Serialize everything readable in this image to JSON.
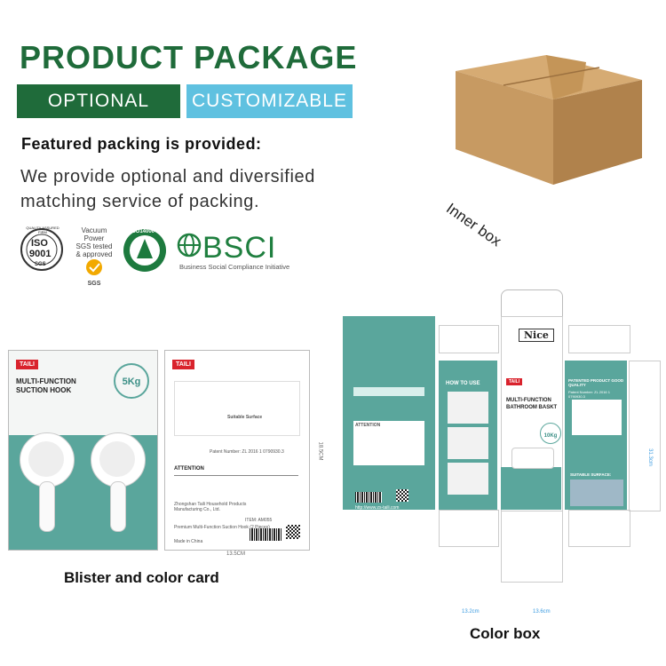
{
  "header": {
    "title": "PRODUCT PACKAGE",
    "optional_label": "OPTIONAL",
    "customizable_label": "CUSTOMIZABLE",
    "featured_text": "Featured packing is provided:",
    "description": "We provide optional and diversified matching service of packing."
  },
  "certifications": {
    "iso_top": "QUALITY ASSURED FIRM",
    "iso_main": "ISO",
    "iso_num": "9001",
    "iso_bottom": "SGS",
    "sgs_line1": "Vacuum Power",
    "sgs_line2": "SGS tested",
    "sgs_line3": "& approved",
    "sgs_bottom": "SGS",
    "iso14000": "ISO14000",
    "bsci_name": "BSCI",
    "bsci_sub": "Business Social Compliance Initiative"
  },
  "inner_box": {
    "label": "Inner box"
  },
  "blister": {
    "caption": "Blister and color card",
    "brand": "TAILI",
    "product_line1": "MULTI-FUNCTION",
    "product_line2": "SUCTION HOOK",
    "load": "5Kg",
    "attention": "ATTENTION",
    "suitable": "Suitable Surface",
    "patent": "Patent Number: ZL 2016 1 0790930.3",
    "width_dim": "13.5CM",
    "height_dim": "18.5CM",
    "address": "Zhongshan Taili Household Products Manufacturing Co., Ltd.",
    "item_no": "ITEM: AM055",
    "product_text": "Premium Multi-Function Suction Hook (2 Pieces)",
    "made_in": "Made in China"
  },
  "color_box": {
    "caption": "Color box",
    "logo": "Nice",
    "how_to_use": "HOW TO USE",
    "brand": "TAILI",
    "product_line1": "MULTI-FUNCTION",
    "product_line2": "BATHROOM BASKT",
    "load": "10Kg",
    "patented": "PATENTED PRODUCT GOOD QUALITY",
    "patent_number": "Patent Number: ZL 2016 1 0790930.3",
    "suitable_surface": "SUITABLE SURFACE:",
    "attention": "ATTENTION",
    "website": "http://www.zs-taili.com",
    "dim1": "13.2cm",
    "dim2": "13.6cm",
    "dim3": "31.3cm"
  },
  "colors": {
    "title_green": "#1f6b3a",
    "accent_blue": "#5fc1e0",
    "box_teal": "#5aa69c",
    "cardboard": "#c79a62"
  }
}
